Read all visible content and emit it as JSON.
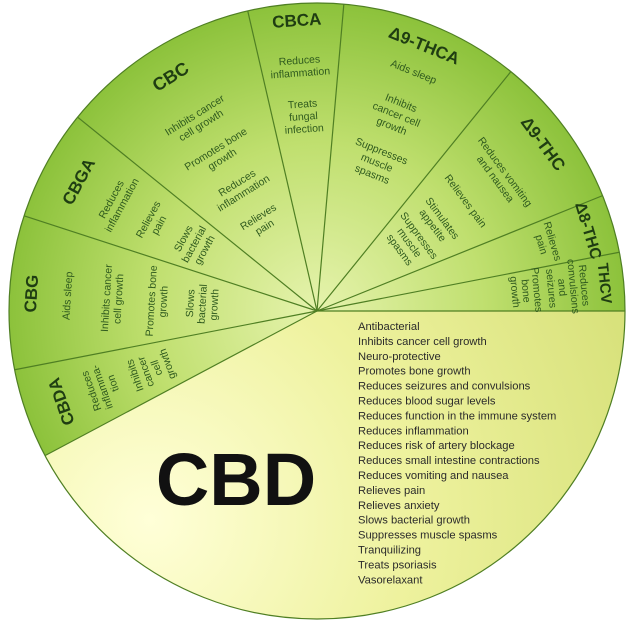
{
  "colors": {
    "green_light": "#e6f3ad",
    "green_mid": "#bfdf6e",
    "green_dark": "#8cc23b",
    "yellow_light": "#ffffd8",
    "yellow_mid": "#eef29e",
    "yellow_dark": "#d7e17a",
    "divider": "#4f7f23",
    "title": "#1f3d12",
    "item": "#2f5a1e"
  },
  "cbd": {
    "title": "CBD",
    "items": [
      "Antibacterial",
      "Inhibits cancer cell growth",
      "Neuro-protective",
      "Promotes bone growth",
      "Reduces seizures and convulsions",
      "Reduces blood sugar levels",
      "Reduces function in the immune system",
      "Reduces inflammation",
      "Reduces risk of artery blockage",
      "Reduces small intestine contractions",
      "Reduces vomiting and nausea",
      "Relieves pain",
      "Relieves anxiety",
      "Slows bacterial growth",
      "Suppresses muscle spasms",
      "Tranquilizing",
      "Treats psoriasis",
      "Vasorelaxant"
    ]
  },
  "sections": [
    {
      "title": "CBDA",
      "columns": [
        [
          "Reduces",
          "inflamma-",
          "tion"
        ],
        [
          "Inhibits",
          "cancer",
          "cell",
          "growth"
        ]
      ]
    },
    {
      "title": "CBG",
      "columns": [
        [
          "Aids sleep"
        ],
        [
          "Inhibits cancer",
          "cell growth"
        ],
        [
          "Promotes bone",
          "growth"
        ],
        [
          "Slows",
          "bacterial",
          "growth"
        ]
      ]
    },
    {
      "title": "CBGA",
      "columns": [
        [
          "Reduces",
          "inflammation"
        ],
        [
          "Relieves",
          "pain"
        ],
        [
          "Slows",
          "bacterial",
          "growth"
        ]
      ]
    },
    {
      "title": "CBC",
      "columns": [
        [
          "Inhibits cancer",
          "cell growth"
        ],
        [
          "Promotes bone",
          "growth"
        ],
        [
          "Reduces",
          "inflammation"
        ],
        [
          "Relieves",
          "pain"
        ]
      ]
    },
    {
      "title": "CBCA",
      "columns": [
        [
          "Reduces",
          "inflammation"
        ],
        [
          "Treats",
          "fungal",
          "infection"
        ]
      ]
    },
    {
      "title": "Δ9-THCA",
      "columns": [
        [
          "Aids sleep"
        ],
        [
          "Inhibits",
          "cancer cell",
          "growth"
        ],
        [
          "Suppresses",
          "muscle",
          "spasms"
        ]
      ]
    },
    {
      "title": "Δ9-THC",
      "columns": [
        [
          "Reduces vomiting",
          "and nausea"
        ],
        [
          "Relieves pain"
        ],
        [
          "Stimulates",
          "appetite"
        ],
        [
          "Suppresses",
          "muscle",
          "spasms"
        ]
      ]
    },
    {
      "title": "Δ8-THC",
      "columns": [
        [
          "Relieves",
          "pain"
        ]
      ]
    },
    {
      "title": "THCV",
      "columns": [
        [
          "Reduces",
          "convulsions",
          "and",
          "seizures"
        ],
        [
          "Promotes",
          "bone",
          "growth"
        ]
      ]
    }
  ]
}
